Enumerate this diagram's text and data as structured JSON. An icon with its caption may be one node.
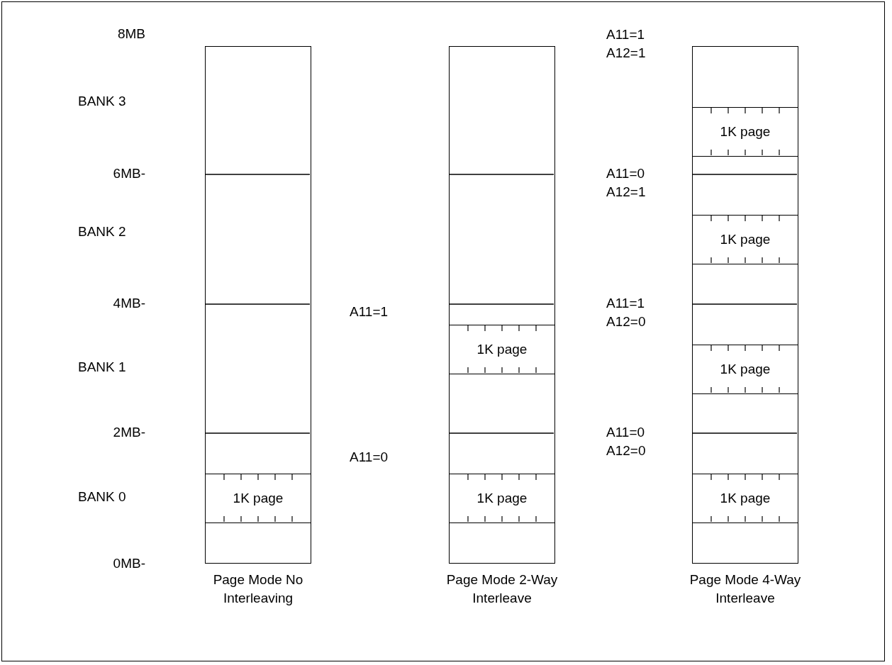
{
  "diagram": {
    "nodes": [
      {
        "text": [],
        "shape": "box",
        "beside": [
          "Page Mode No Interleaving"
        ]
      },
      {
        "text": [
          "1K page"
        ],
        "in": 0
      },
      {
        "text": [],
        "shape": "box",
        "beside": [
          "Page Mode 2-Way Interleave"
        ]
      },
      {
        "text": [
          "1K page"
        ],
        "in": 2
      },
      {
        "text": [
          "1K page"
        ],
        "in": 2
      },
      {
        "text": [],
        "shape": "box",
        "beside": [
          "Page Mode 4-Way Interleave"
        ]
      },
      {
        "text": [
          "1K page"
        ],
        "in": 5
      },
      {
        "text": [
          "1K page"
        ],
        "in": 5
      },
      {
        "text": [
          "1K page"
        ],
        "in": 5
      },
      {
        "text": [
          "1K page"
        ],
        "in": 5
      }
    ],
    "edges": [],
    "labels": [
      "8MB",
      "BANK 3",
      "6MB-",
      "BANK 2",
      "4MB-",
      "BANK 1",
      "2MB-",
      "BANK 0",
      "0MB-",
      "A11=1",
      "A11=0",
      "A11=1 A12=1",
      "A11=0 A12=1",
      "A11=1 A12=0",
      "A11=0 A12=0"
    ]
  }
}
